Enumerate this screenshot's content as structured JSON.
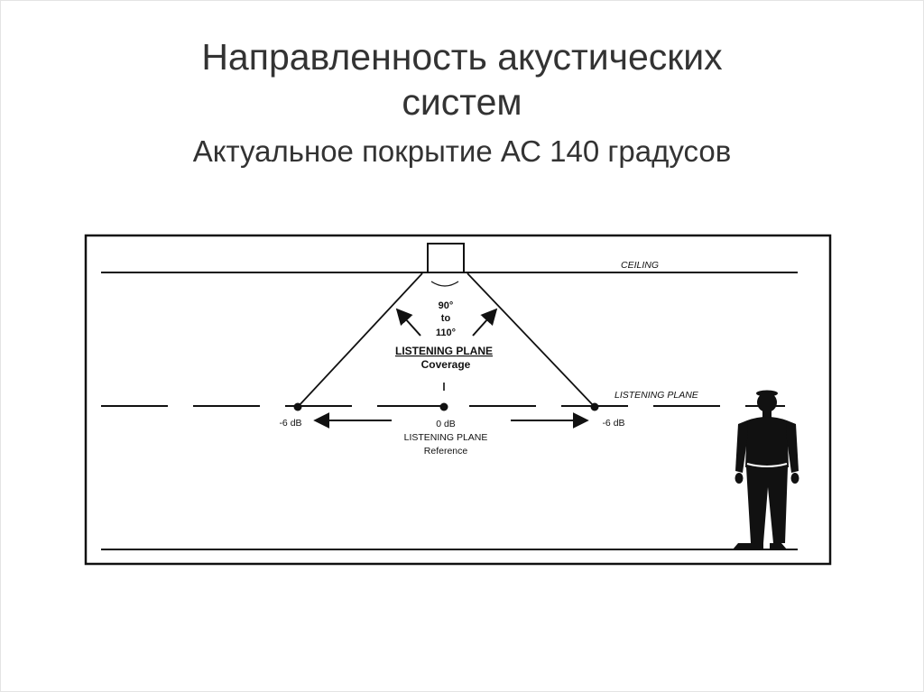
{
  "title": {
    "line1": "Направленность акустических",
    "line2": "систем",
    "subtitle": "Актуальное покрытие АС 140 градусов"
  },
  "diagram": {
    "ceiling_label": "CEILING",
    "listening_plane_label": "LISTENING PLANE",
    "angle_line1": "90°",
    "angle_line2": "to",
    "angle_line3": "110°",
    "coverage_line1_a": "LISTENING",
    "coverage_line1_b": "PLANE",
    "coverage_line2": "Coverage",
    "left_level": "-6 dB",
    "right_level": "-6 dB",
    "center_level": "0 dB",
    "reference_line1": "LISTENING PLANE",
    "reference_line2": "Reference"
  }
}
